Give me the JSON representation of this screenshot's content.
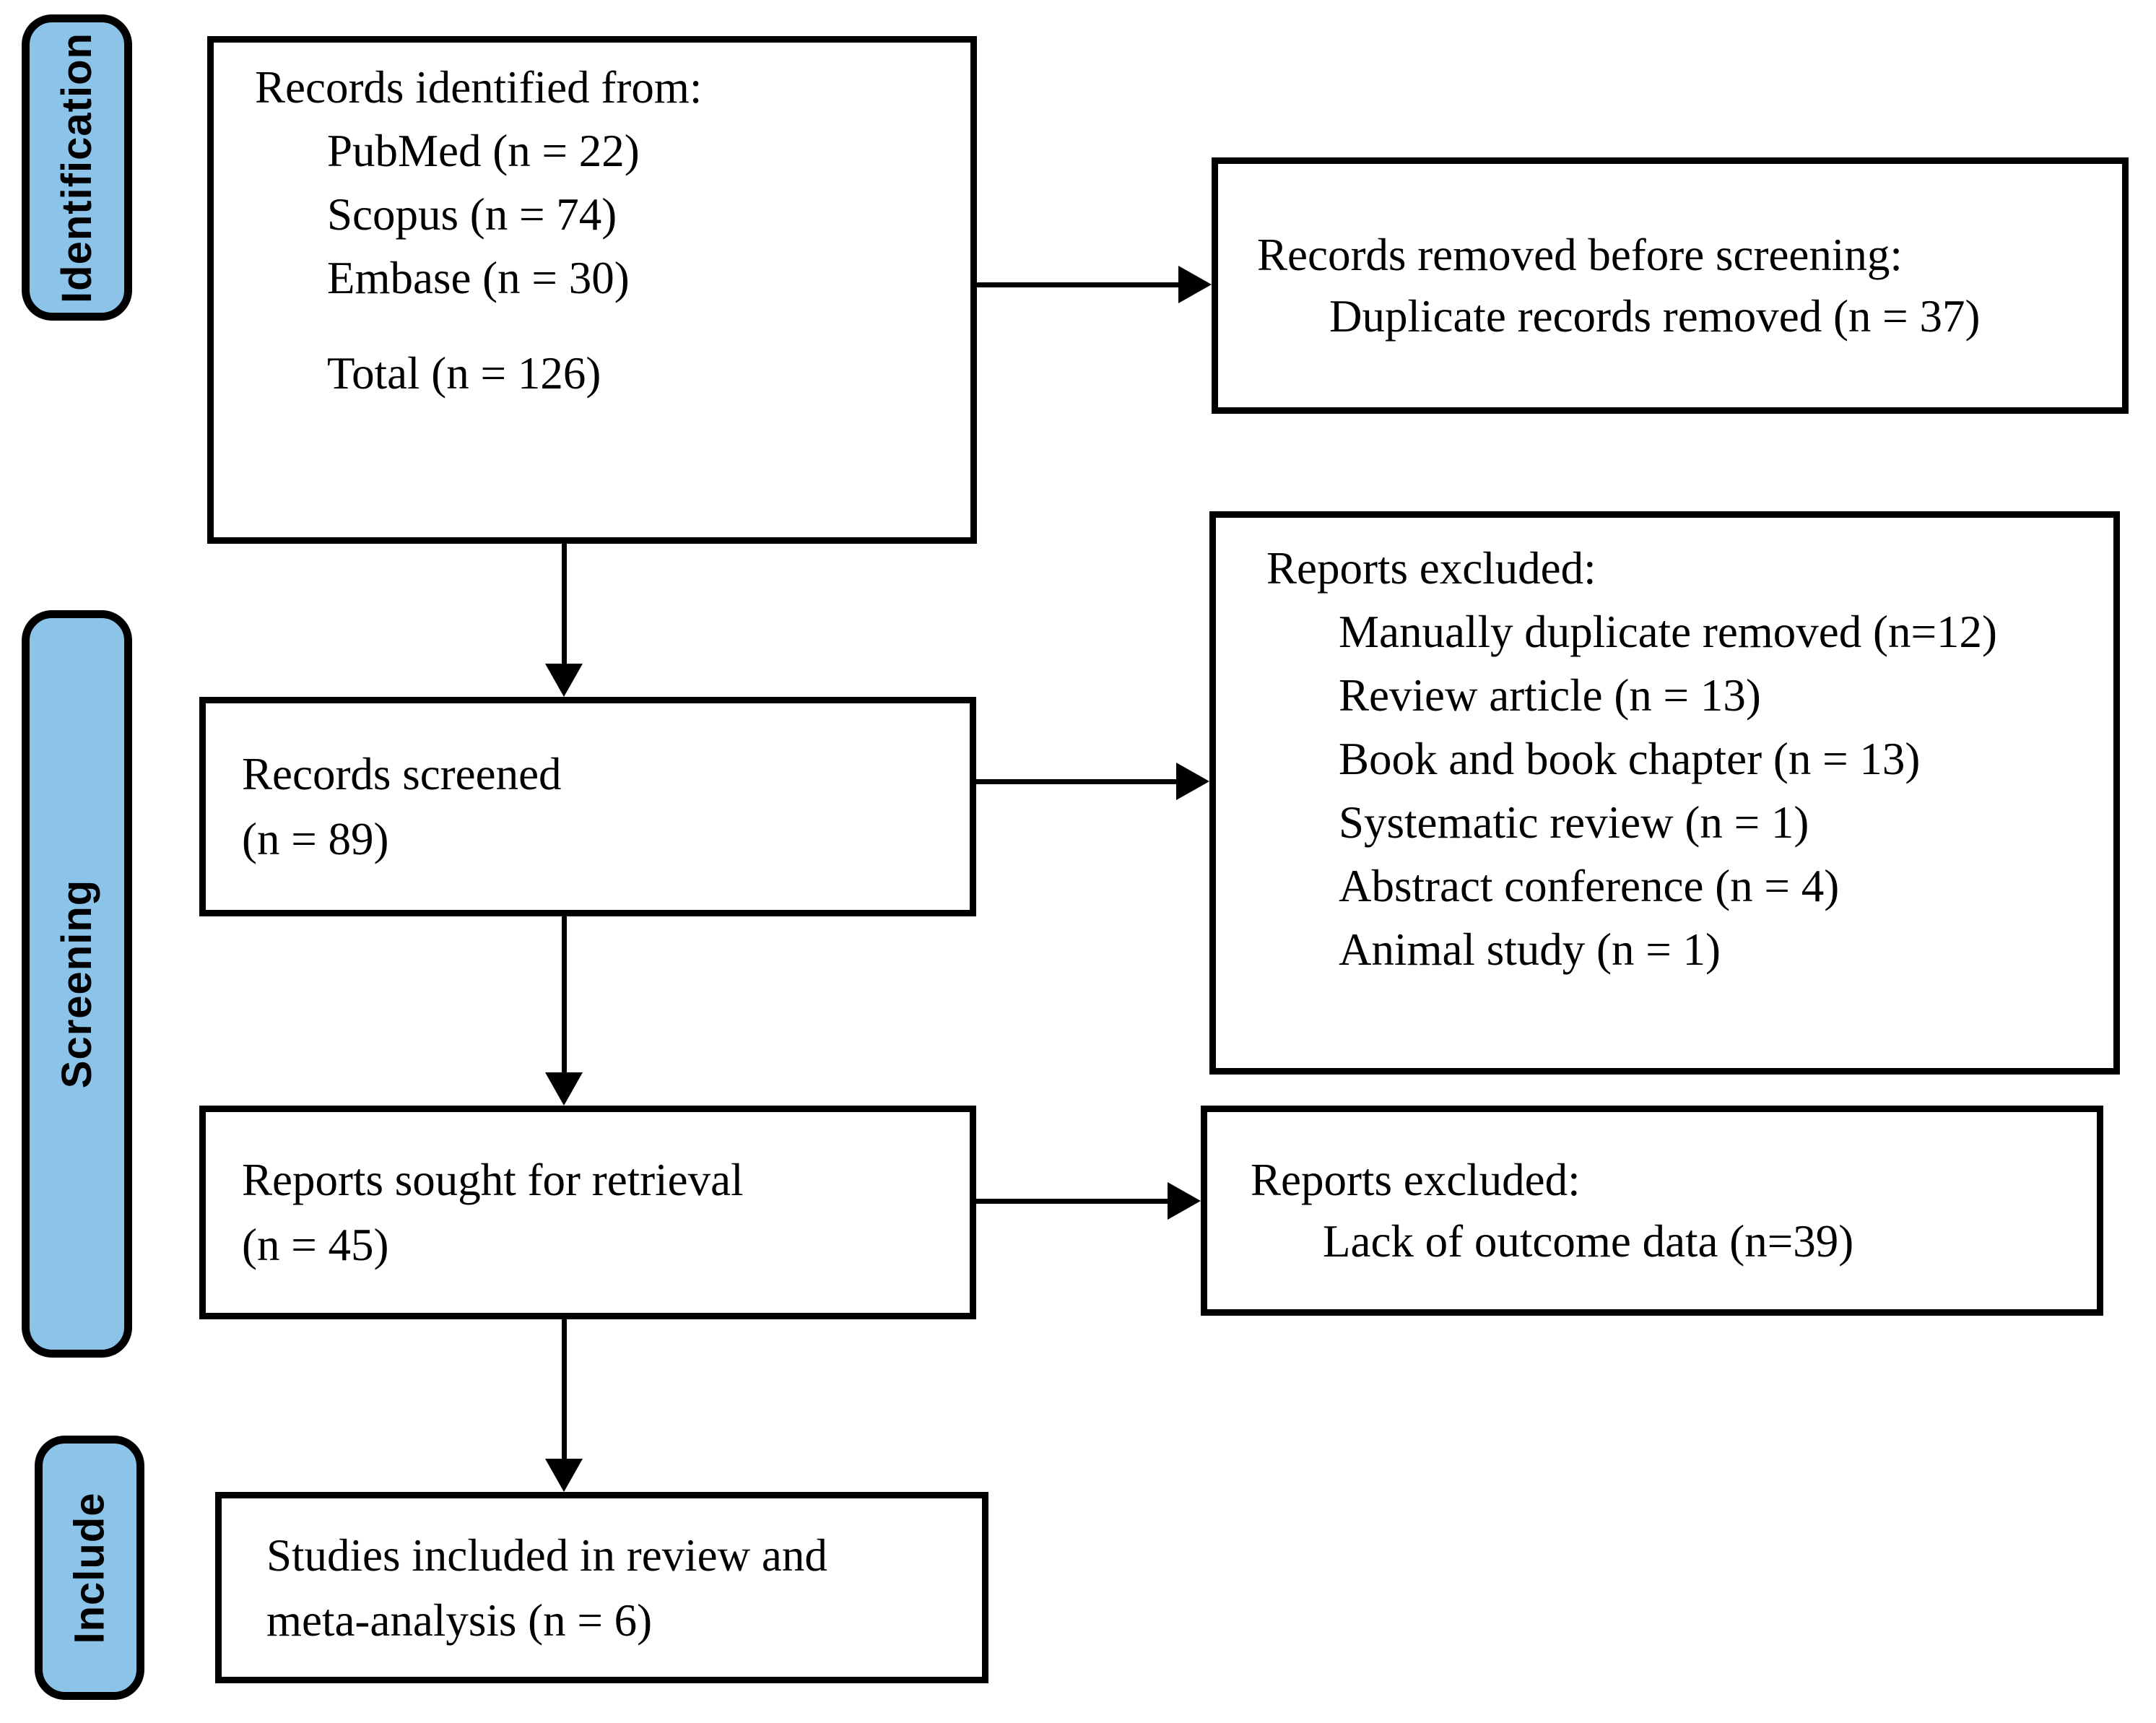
{
  "palette": {
    "stage_fill": "#8CC3E9",
    "border": "#000000",
    "box_fill": "#ffffff",
    "text": "#000000"
  },
  "stages": {
    "identification": "Identification",
    "screening": "Screening",
    "include": "Include"
  },
  "boxes": {
    "records_identified": {
      "title": "Records identified from:",
      "items": [
        "PubMed (n = 22)",
        "Scopus (n = 74)",
        "Embase (n = 30)",
        "",
        "Total (n = 126)"
      ]
    },
    "records_removed": {
      "title": "Records removed before screening:",
      "items": [
        "Duplicate records removed (n = 37)"
      ]
    },
    "records_screened": {
      "lines": [
        "Records screened",
        "(n = 89)"
      ]
    },
    "reports_excluded_screening": {
      "title": "Reports excluded:",
      "items": [
        "Manually duplicate removed (n=12)",
        "Review article (n = 13)",
        "Book and book chapter (n = 13)",
        "Systematic review (n = 1)",
        "Abstract conference (n = 4)",
        "Animal study (n = 1)"
      ]
    },
    "reports_sought": {
      "lines": [
        "Reports sought for retrieval",
        "(n = 45)"
      ]
    },
    "reports_excluded_retrieval": {
      "title": "Reports excluded:",
      "items": [
        "Lack of outcome data (n=39)"
      ]
    },
    "studies_included": {
      "lines": [
        "Studies included in review and",
        "meta-analysis (n = 6)"
      ]
    }
  }
}
